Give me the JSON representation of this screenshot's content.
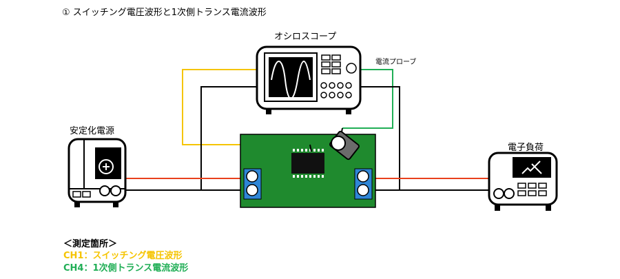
{
  "heading": "① スイッチング電圧波形と1次側トランス電流波形",
  "labels": {
    "oscilloscope": "オシロスコープ",
    "current_probe": "電流プローブ",
    "power_supply": "安定化電源",
    "electronic_load": "電子負荷"
  },
  "notes": {
    "title": "＜測定箇所＞",
    "ch1": "CH1：スイッチング電圧波形",
    "ch4": "CH4：1次側トランス電流波形"
  },
  "colors": {
    "ch1_wire": "#f5c400",
    "ch4_wire": "#1fae55",
    "power_wire": "#e8401c",
    "pcb": "#1f8a2e",
    "terminal": "#2f86d6"
  }
}
